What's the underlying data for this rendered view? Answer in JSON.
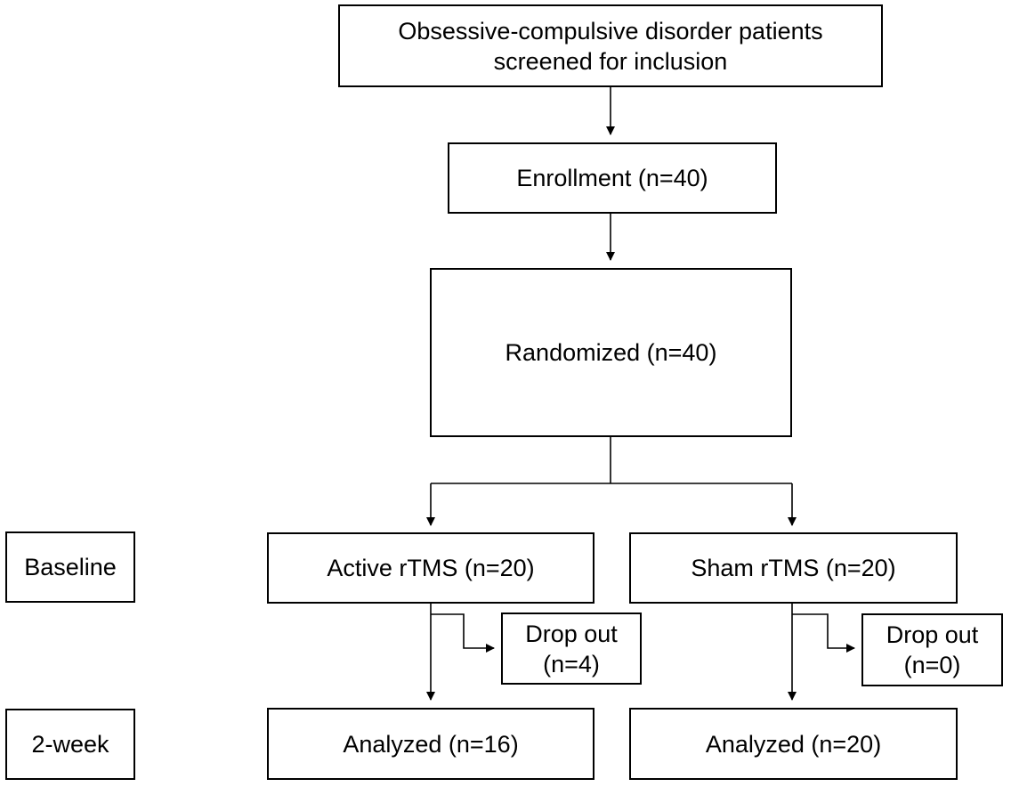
{
  "diagram": {
    "screening": {
      "line1": "Obsessive-compulsive disorder patients",
      "line2": "screened for inclusion"
    },
    "enrollment": "Enrollment (n=40)",
    "randomized": "Randomized (n=40)",
    "stages": {
      "baseline": "Baseline",
      "week2": "2-week"
    },
    "active": {
      "arm": "Active rTMS (n=20)",
      "dropout_label": "Drop out",
      "dropout_count": "(n=4)",
      "analyzed": "Analyzed (n=16)"
    },
    "sham": {
      "arm": "Sham rTMS (n=20)",
      "dropout_label": "Drop out",
      "dropout_count": "(n=0)",
      "analyzed": "Analyzed (n=20)"
    }
  }
}
